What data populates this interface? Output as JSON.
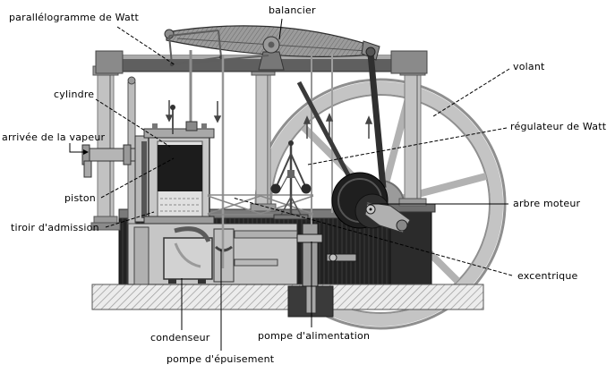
{
  "palette": {
    "background": "#ffffff",
    "label_text": "#000000",
    "leader_line": "#000000",
    "engraving_dark": "#1f1f1f",
    "engraving_mid": "#8f8f8f",
    "engraving_light": "#c8c8c8"
  },
  "diagram": {
    "type": "labeled engraving of a Watt beam steam engine",
    "language": "fr"
  },
  "labels": {
    "parallelogramme": {
      "text": "parallélogramme de Watt"
    },
    "balancier": {
      "text": "balancier"
    },
    "volant": {
      "text": "volant"
    },
    "cylindre": {
      "text": "cylindre"
    },
    "arrivee_vapeur": {
      "text": "arrivée de la vapeur"
    },
    "regulateur": {
      "text": "régulateur de Watt"
    },
    "piston": {
      "text": "piston"
    },
    "arbre_moteur": {
      "text": "arbre moteur"
    },
    "tiroir": {
      "text": "tiroir d'admission"
    },
    "excentrique": {
      "text": "excentrique"
    },
    "condenseur": {
      "text": "condenseur"
    },
    "pompe_alimentation": {
      "text": "pompe d'alimentation"
    },
    "pompe_epuisement": {
      "text": "pompe d'épuisement"
    }
  }
}
